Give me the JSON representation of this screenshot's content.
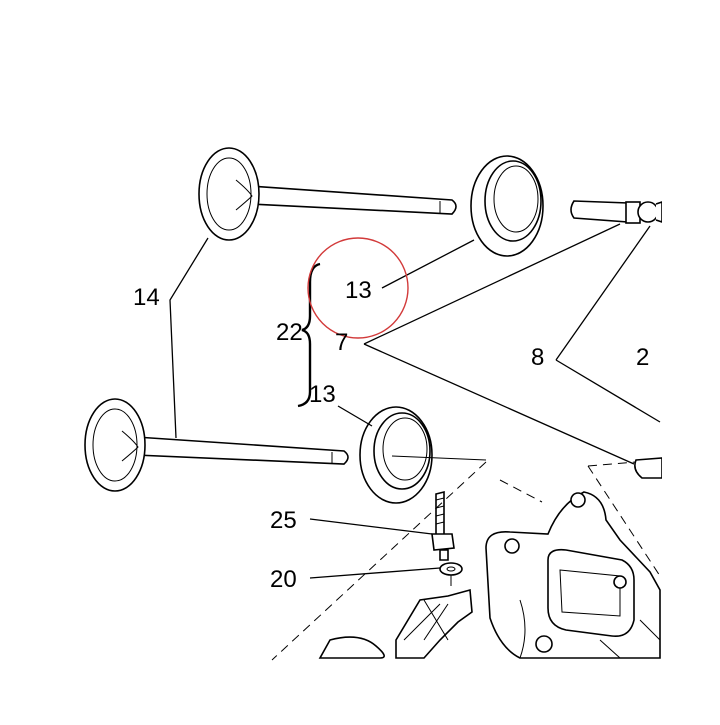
{
  "callouts": {
    "valve_top_bottom": "14",
    "seat_upper": "13",
    "seat_lower": "13",
    "kit_bracket": "22",
    "guide_pointer": "7",
    "guide": "8",
    "partial_label": "2",
    "stud": "25",
    "washer": "20"
  },
  "highlight_color": "#d23a3a"
}
